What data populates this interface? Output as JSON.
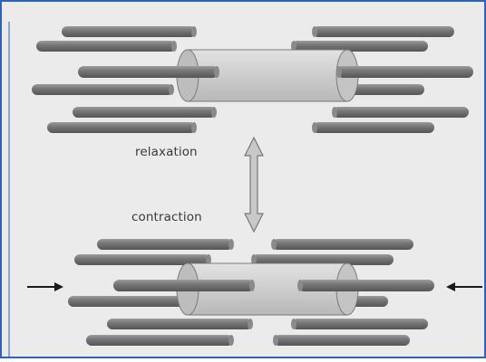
{
  "labels": {
    "relaxation": "relaxation",
    "contraction": "contraction"
  },
  "colors": {
    "background": "#ebebeb",
    "frame_border": "#2f63b8",
    "filament": "#6f6f6f",
    "filament_highlight": "#9a9a9a",
    "filament_end": "#8a8a8a",
    "sleeve_fill": "#cfcfcf",
    "sleeve_edge": "#7a7a7a",
    "arrow": "#1a1a1a",
    "double_arrow_fill": "#c8c8c8"
  },
  "icons": {
    "state_change": "double-headed-vertical-arrow",
    "force_left": "right-pointing-arrow",
    "force_right": "left-pointing-arrow"
  }
}
